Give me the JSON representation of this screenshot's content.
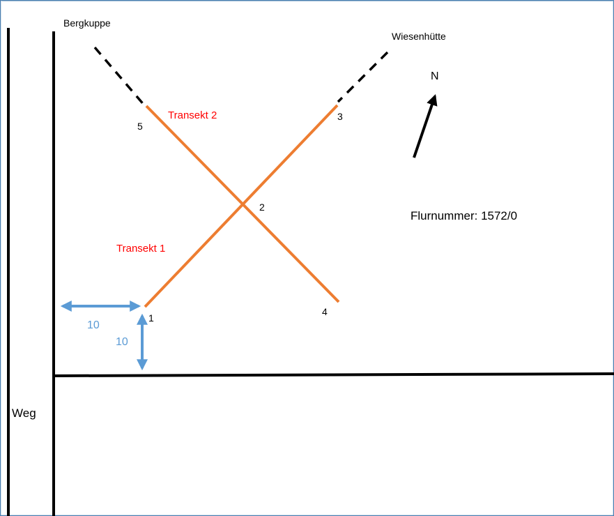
{
  "colors": {
    "frame_border": "#4a7fb0",
    "road_line": "#000000",
    "transect_line": "#ed7d31",
    "dashed_extension": "#000000",
    "transect_label": "#ff0000",
    "distance_arrow": "#5b9bd5",
    "point_label": "#000000",
    "north_arrow": "#000000"
  },
  "labels": {
    "bergkuppe": "Bergkuppe",
    "wiesenhuette": "Wiesenhütte",
    "north": "N",
    "flurnummer": "Flurnummer:  1572/0",
    "weg": "Weg",
    "transekt_1": "Transekt 1",
    "transekt_2": "Transekt 2"
  },
  "points": [
    "1",
    "2",
    "3",
    "4",
    "5"
  ],
  "distances": {
    "horizontal": "10",
    "vertical": "10"
  },
  "icons": {
    "north_arrow": "north-arrow-icon"
  }
}
